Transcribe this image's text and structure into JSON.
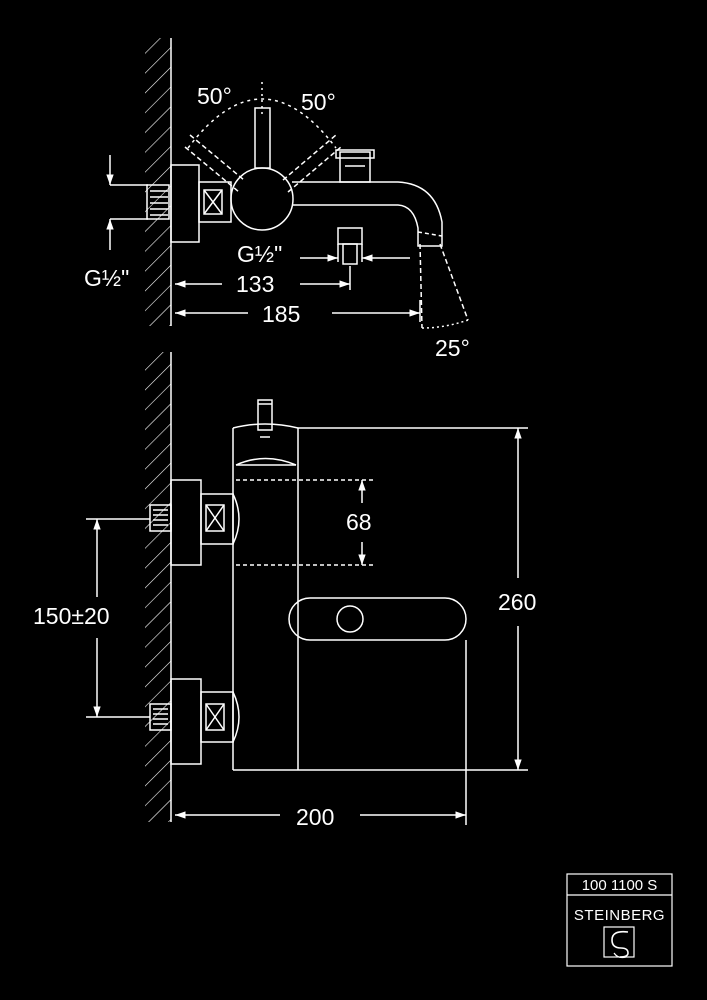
{
  "top_view": {
    "angle_left": "50°",
    "angle_right": "50°",
    "thread_wall": "G½\"",
    "thread_outlet": "G½\"",
    "dim_inner": "133",
    "dim_outer": "185",
    "angle_spout": "25°"
  },
  "front_view": {
    "dim_height_lever": "68",
    "dim_height_total": "260",
    "dim_center_distance": "150±20",
    "dim_projection": "200"
  },
  "title_block": {
    "product_code": "100 1100 S",
    "brand": "STEINBERG"
  },
  "colors": {
    "background": "#000000",
    "line": "#ffffff"
  },
  "icons": {
    "brand_logo": "steinberg-logo-icon"
  }
}
